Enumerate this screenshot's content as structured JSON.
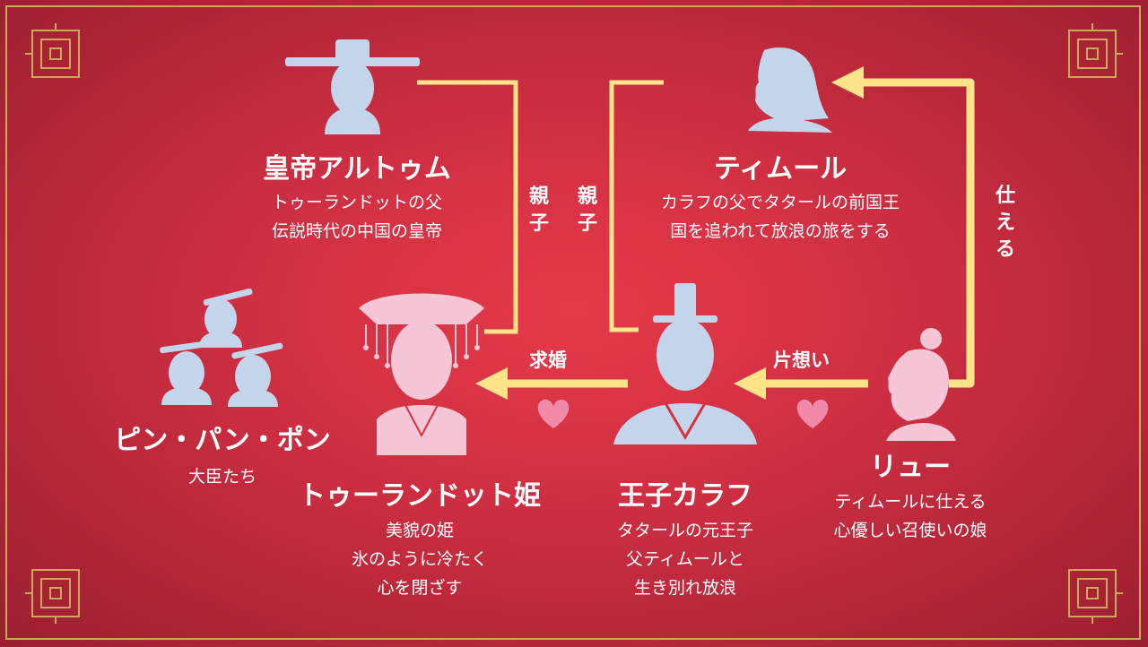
{
  "colors": {
    "background": "#d6323f",
    "silhouette_blue": "#c4d4ea",
    "silhouette_pink": "#f6c6d6",
    "arrow": "#fde38a",
    "heart": "#f08aa8",
    "gold": "#c9a957"
  },
  "characters": {
    "emperor": {
      "name": "皇帝アルトゥム",
      "desc": [
        "トゥーランドットの父",
        "伝説時代の中国の皇帝"
      ],
      "icon": "emperor-silhouette-icon"
    },
    "timur": {
      "name": "ティムール",
      "desc": [
        "カラフの父でタタールの前国王",
        "国を追われて放浪の旅をする"
      ],
      "icon": "timur-silhouette-icon"
    },
    "ministers": {
      "name": "ピン・パン・ポン",
      "desc": [
        "大臣たち"
      ],
      "icon": "ministers-silhouette-icon"
    },
    "turandot": {
      "name": "トゥーランドット姫",
      "desc": [
        "美貌の姫",
        "氷のように冷たく",
        "心を閉ざす"
      ],
      "icon": "princess-silhouette-icon"
    },
    "calaf": {
      "name": "王子カラフ",
      "desc": [
        "タタールの元王子",
        "父ティムールと",
        "生き別れ放浪"
      ],
      "icon": "prince-silhouette-icon"
    },
    "liu": {
      "name": "リュー",
      "desc": [
        "ティムールに仕える",
        "心優しい召使いの娘"
      ],
      "icon": "servant-girl-silhouette-icon"
    }
  },
  "relations": {
    "parent_child_left": [
      "親",
      "子"
    ],
    "parent_child_right": [
      "親",
      "子"
    ],
    "serves": [
      "仕",
      "え",
      "る"
    ],
    "proposal": "求婚",
    "unrequited": "片想い"
  }
}
